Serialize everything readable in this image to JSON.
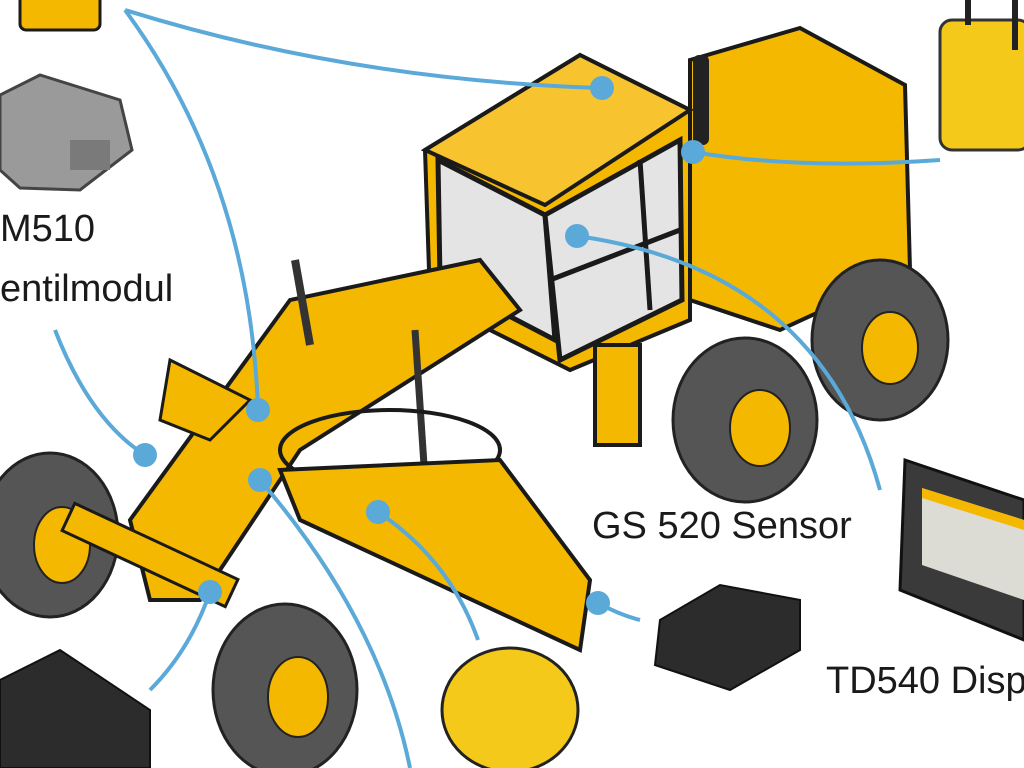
{
  "labels": {
    "m510_line1": "M510",
    "m510_line2": "entilmodul",
    "gs520": "GS 520 Sensor",
    "td540": "TD540 Disp"
  },
  "colors": {
    "machine_yellow": "#f5b800",
    "callout_blue": "#5aa9d8",
    "outline": "#1a1a1a",
    "tire": "#555555",
    "glass": "#e4e4e4"
  }
}
